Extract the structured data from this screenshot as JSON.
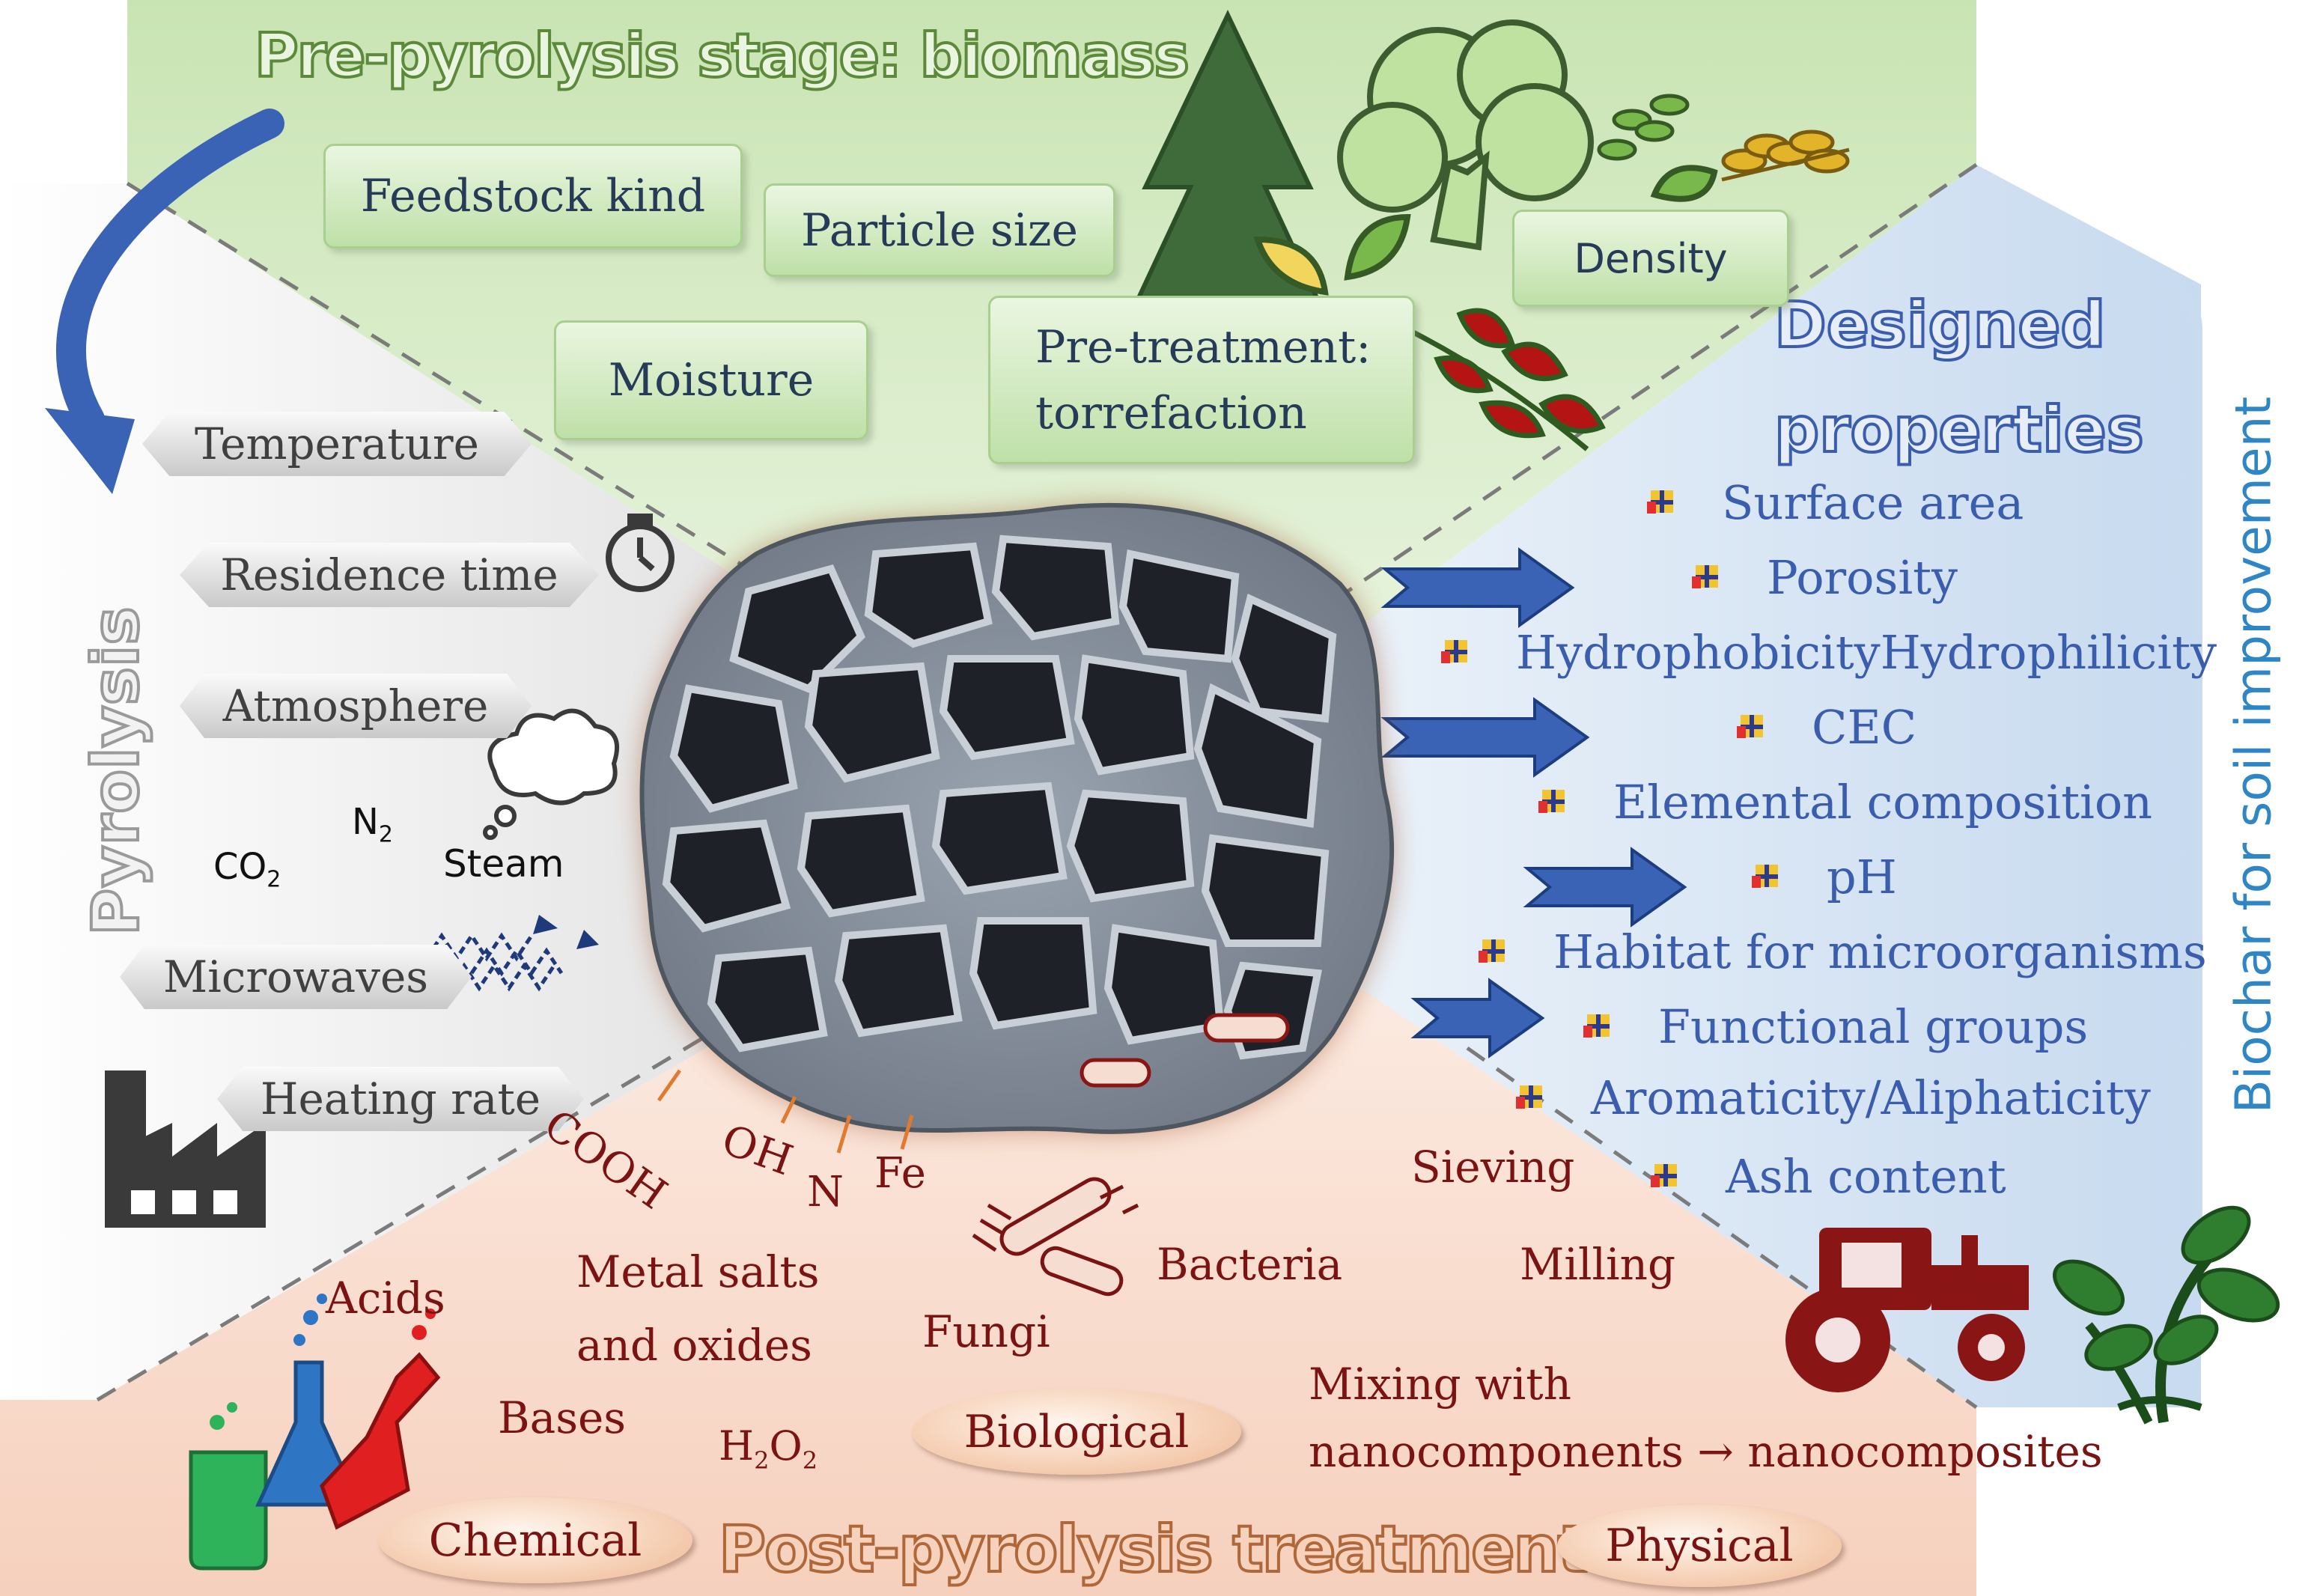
{
  "stages": {
    "pre_pyrolysis_title": "Pre-pyrolysis stage: biomass",
    "pyrolysis_title": "Pyrolysis",
    "post_pyrolysis_title": "Post-pyrolysis treatment",
    "designed_title_line1": "Designed",
    "designed_title_line2": "properties",
    "side_title": "Biochar for soil improvement"
  },
  "biomass_factors": [
    "Feedstock kind",
    "Particle size",
    "Density",
    "Moisture",
    "Pre-treatment:",
    "torrefaction"
  ],
  "pyrolysis_factors": [
    "Temperature",
    "Residence time",
    "Atmosphere",
    "Microwaves",
    "Heating rate"
  ],
  "atmosphere_gases": {
    "n2": "N",
    "n2_sub": "2",
    "co2": "CO",
    "co2_sub": "2",
    "steam": "Steam"
  },
  "properties": [
    "Surface area",
    "Porosity",
    "HydrophobicityHydrophilicity",
    "CEC",
    "Elemental composition",
    "pH",
    "Habitat for microorganisms",
    "Functional groups",
    "Aromaticity/Aliphaticity",
    "Ash content"
  ],
  "functional_group_labels": [
    "COOH",
    "OH",
    "N",
    "Fe"
  ],
  "post_treatment": {
    "chemical_label": "Chemical",
    "biological_label": "Biological",
    "physical_label": "Physical",
    "acids": "Acids",
    "bases": "Bases",
    "h2o2": "H",
    "h2o2_sub": "2",
    "h2o2_mid": "O",
    "h2o2_sub2": "2",
    "metal_salts_line1": "Metal salts",
    "metal_salts_line2": "and oxides",
    "fungi": "Fungi",
    "bacteria": "Bacteria",
    "sieving": "Sieving",
    "milling": "Milling",
    "mixing_line1": "Mixing with",
    "mixing_line2": "nanocomponents → nanocomposites"
  },
  "colors": {
    "green_region": "#d7ecc8",
    "blue_region": "#dbe7f4",
    "salmon_region": "#f8ddd0",
    "gray_region": "#e6e6e6",
    "property_text": "#3a5dae",
    "dark_red": "#7b1313",
    "title_green": "#5c8a3a",
    "title_brown": "#b0683a",
    "side_title": "#2f86c6"
  },
  "icons": [
    "pine-tree-icon",
    "tree-icon",
    "leaf-icon",
    "wheat-icon",
    "red-leaves-icon",
    "stopwatch-icon",
    "thought-cloud-icon",
    "microwave-zigzag-icon",
    "factory-icon",
    "chemistry-flasks-icon",
    "bacteria-icon",
    "tractor-icon",
    "plant-sprout-icon",
    "blue-arrow-icon"
  ]
}
